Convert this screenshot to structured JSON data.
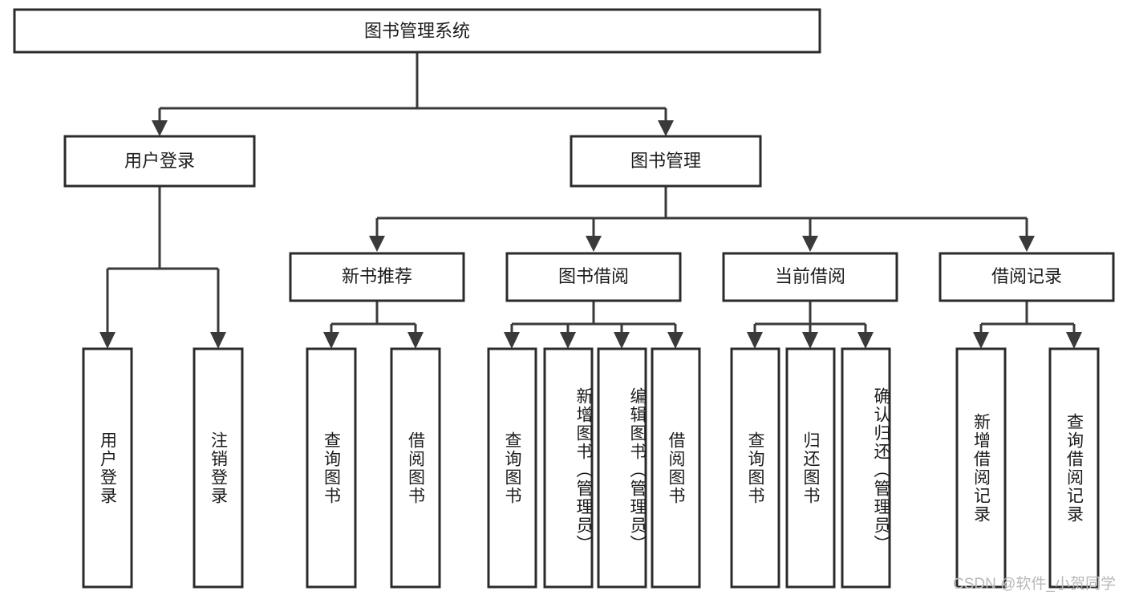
{
  "diagram": {
    "type": "tree",
    "title": "图书管理系统",
    "root": {
      "label": "图书管理系统",
      "level": 0
    },
    "level1": [
      {
        "label": "用户登录"
      },
      {
        "label": "图书管理"
      }
    ],
    "level2": [
      {
        "label": "新书推荐",
        "parent": "图书管理"
      },
      {
        "label": "图书借阅",
        "parent": "图书管理"
      },
      {
        "label": "当前借阅",
        "parent": "图书管理"
      },
      {
        "label": "借阅记录",
        "parent": "图书管理"
      }
    ],
    "leaves": {
      "user_login": [
        {
          "label": "用户登录"
        },
        {
          "label": "注销登录"
        }
      ],
      "new_book_recommend": [
        {
          "label": "查询图书"
        },
        {
          "label": "借阅图书"
        }
      ],
      "book_borrow": [
        {
          "label": "查询图书"
        },
        {
          "label": "新增图书（管理员）"
        },
        {
          "label": "编辑图书（管理员）"
        },
        {
          "label": "借阅图书"
        }
      ],
      "current_borrow": [
        {
          "label": "查询图书"
        },
        {
          "label": "归还图书"
        },
        {
          "label": "确认归还（管理员）"
        }
      ],
      "borrow_record": [
        {
          "label": "新增借阅记录"
        },
        {
          "label": "查询借阅记录"
        }
      ]
    }
  },
  "watermark": {
    "text": "CSDN @软件_小贺同学"
  },
  "colors": {
    "box_stroke": "#2b2b2b",
    "connector": "#3a3a3a",
    "background": "#ffffff",
    "text": "#1b1b1b",
    "watermark": "#b9b9b9"
  }
}
